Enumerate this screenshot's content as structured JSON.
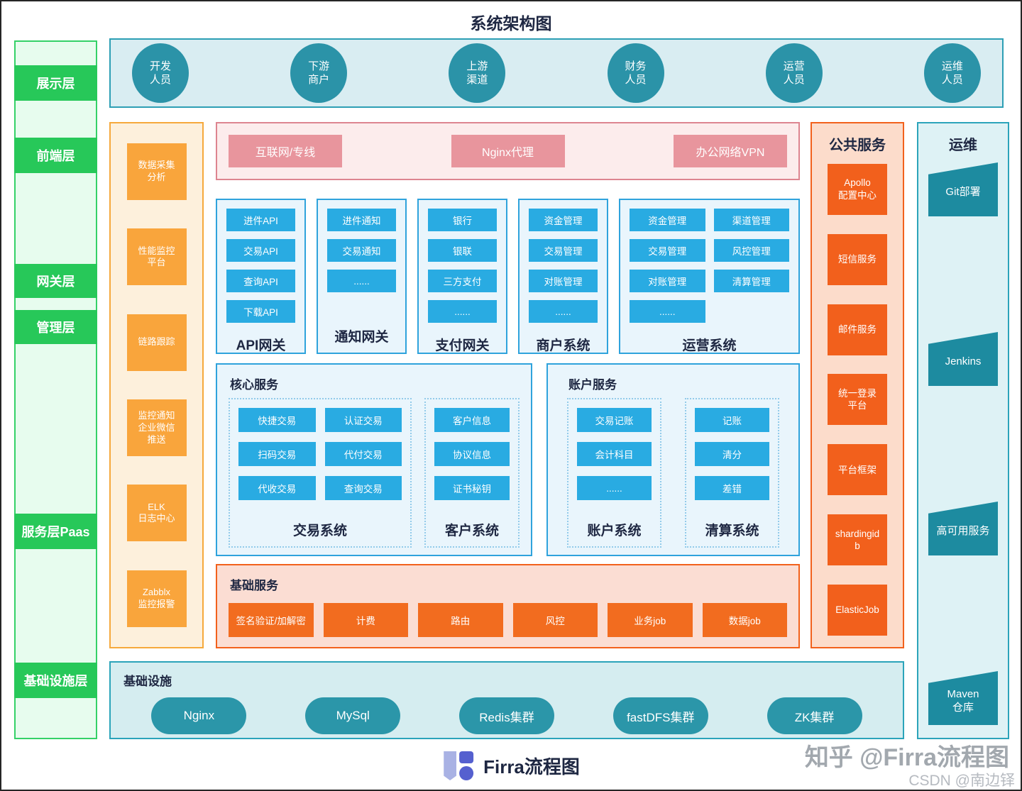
{
  "title": "系统架构图",
  "layers": {
    "l1": "展示层",
    "l2": "前端层",
    "l3": "网关层",
    "l4": "管理层",
    "l5": "服务层Paas",
    "l6": "基础设施层"
  },
  "actors": {
    "a1": "开发\n人员",
    "a2": "下游\n商户",
    "a3": "上游\n渠道",
    "a4": "财务\n人员",
    "a5": "运营\n人员",
    "a6": "运维\n人员"
  },
  "monitoring": {
    "m1": "数据采集\n分析",
    "m2": "性能监控\n平台",
    "m3": "链路跟踪",
    "m4": "监控通知\n企业微信\n推送",
    "m5": "ELK\n日志中心",
    "m6": "Zabblx\n监控报警"
  },
  "network": {
    "n1": "互联网/专线",
    "n2": "Nginx代理",
    "n3": "办公网络VPN"
  },
  "gateways": {
    "g1": {
      "title": "API网关",
      "i1": "进件API",
      "i2": "交易API",
      "i3": "查询API",
      "i4": "下载API"
    },
    "g2": {
      "title": "通知网关",
      "i1": "进件通知",
      "i2": "交易通知",
      "i3": "......"
    },
    "g3": {
      "title": "支付网关",
      "i1": "银行",
      "i2": "银联",
      "i3": "三方支付",
      "i4": "......"
    },
    "g4": {
      "title": "商户系统",
      "i1": "资金管理",
      "i2": "交易管理",
      "i3": "对账管理",
      "i4": "......"
    },
    "g5": {
      "title": "运营系统",
      "c1i1": "资金管理",
      "c1i2": "交易管理",
      "c1i3": "对账管理",
      "c1i4": "......",
      "c2i1": "渠道管理",
      "c2i2": "风控管理",
      "c2i3": "清算管理"
    }
  },
  "core": {
    "title": "核心服务",
    "trade": {
      "title": "交易系统",
      "i1": "快捷交易",
      "i2": "认证交易",
      "i3": "扫码交易",
      "i4": "代付交易",
      "i5": "代收交易",
      "i6": "查询交易"
    },
    "customer": {
      "title": "客户系统",
      "i1": "客户信息",
      "i2": "协议信息",
      "i3": "证书秘钥"
    }
  },
  "account": {
    "title": "账户服务",
    "acct": {
      "title": "账户系统",
      "i1": "交易记账",
      "i2": "会计科目",
      "i3": "......"
    },
    "clearing": {
      "title": "清算系统",
      "i1": "记账",
      "i2": "清分",
      "i3": "差错"
    }
  },
  "base": {
    "title": "基础服务",
    "i1": "签名验证/加解密",
    "i2": "计费",
    "i3": "路由",
    "i4": "风控",
    "i5": "业务job",
    "i6": "数据job"
  },
  "public": {
    "title": "公共服务",
    "i1": "Apollo\n配置中心",
    "i2": "短信服务",
    "i3": "邮件服务",
    "i4": "统一登录\n平台",
    "i5": "平台框架",
    "i6": "shardingid\nb",
    "i7": "ElasticJob"
  },
  "ops": {
    "title": "运维",
    "i1": "Git部署",
    "i2": "Jenkins",
    "i3": "高可用服务",
    "i4": "Maven\n仓库"
  },
  "infra": {
    "title": "基础设施",
    "i1": "Nginx",
    "i2": "MySql",
    "i3": "Redis集群",
    "i4": "fastDFS集群",
    "i5": "ZK集群"
  },
  "footer": {
    "brand": "Firra流程图",
    "watermark_zhihu": "知乎 @Firra流程图",
    "watermark_csdn": "CSDN @南边铎"
  },
  "colors": {
    "layer_green": "#27c859",
    "teal": "#2b93a8",
    "blue": "#29abe2",
    "orange": "#f9a53c",
    "orange_red": "#f2601c",
    "pink": "#e8959d",
    "navy": "#1e2742"
  }
}
